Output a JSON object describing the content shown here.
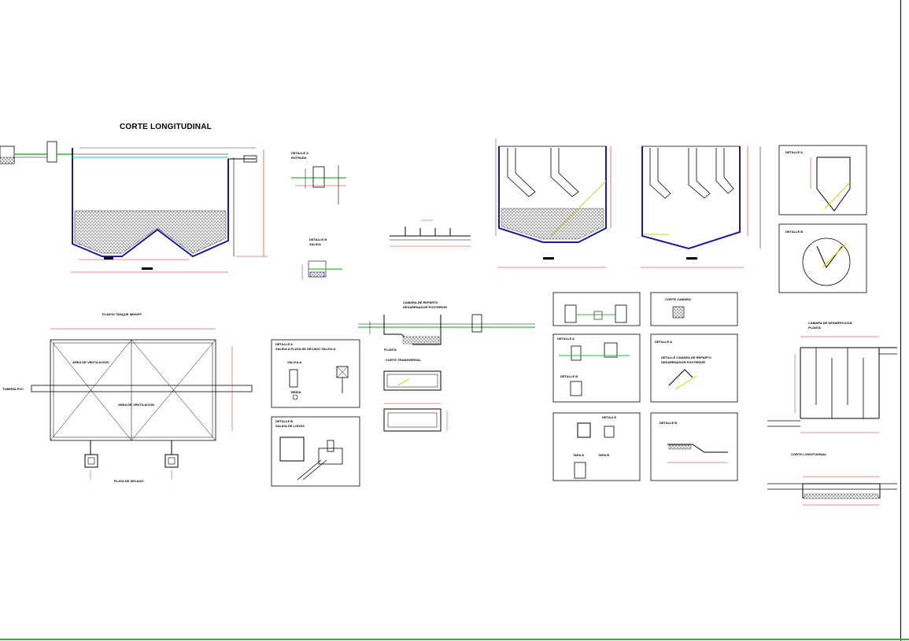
{
  "drawing": {
    "title": "CORTE LONGITUDINAL",
    "labels": {
      "detalle_a_entrada": "DETALLE A",
      "entrada": "ENTRADA",
      "detalle_b_salida": "DETALLE B",
      "salida": "SALIDA",
      "planta_tanque": "PLANTA TANQUE IMHOFF",
      "area_ventilacion_1": "AREA DE VENTILACION",
      "area_ventilacion_2": "AREA DE VENTILACION",
      "tuberia": "TUBERIA PVC",
      "playa_secado": "PLAYA DE SECADO",
      "camara_reparto": "CAMARA DE REPARTO",
      "desarenador": "DESARENADOR POSTERIOR",
      "planta": "PLANTA",
      "corte_transversal": "CORTE TRANSVERSAL",
      "detalle_a_valvula": "DETALLE A",
      "salida_valvula": "SALIDA A PLAYA DE SECADO VALVULA",
      "valvula": "VALVULA",
      "brida": "BRIDA",
      "detalle_b_lodos": "DETALLE B",
      "salida_lodos": "SALIDA DE LODOS",
      "detalle_a_right": "DETALLE A",
      "detalle_b_right": "DETALLE B",
      "det_a_box": "DETALLE A",
      "det_b_box": "DETALLE B",
      "detalle_box3": "DETALLE",
      "tapa_a": "TAPA A",
      "tapa_b": "TAPA B",
      "corte_camara": "CORTE CAMARA",
      "detalle_a_camara": "DETALLE A",
      "detalle_camara_reparto": "DETALLE CAMARA DE REPARTO",
      "desarenador_posterior": "DESARENADOR POSTERIOR",
      "detalle_b_camara": "DETALLE B",
      "camara_desinfeccion": "CAMARA DE DESINFECCION",
      "planta2": "PLANTA",
      "corte_longitudinal_small": "CORTE LONGITUDINAL"
    }
  },
  "colors": {
    "line": "#000000",
    "structure": "#1a1aa6",
    "dimension": "#e02020",
    "water": "#00c8c8",
    "pipe": "#2fbf2f",
    "accent": "#d4d400",
    "fill_hatch": "#555555",
    "status_bar": "#3ea83e"
  }
}
